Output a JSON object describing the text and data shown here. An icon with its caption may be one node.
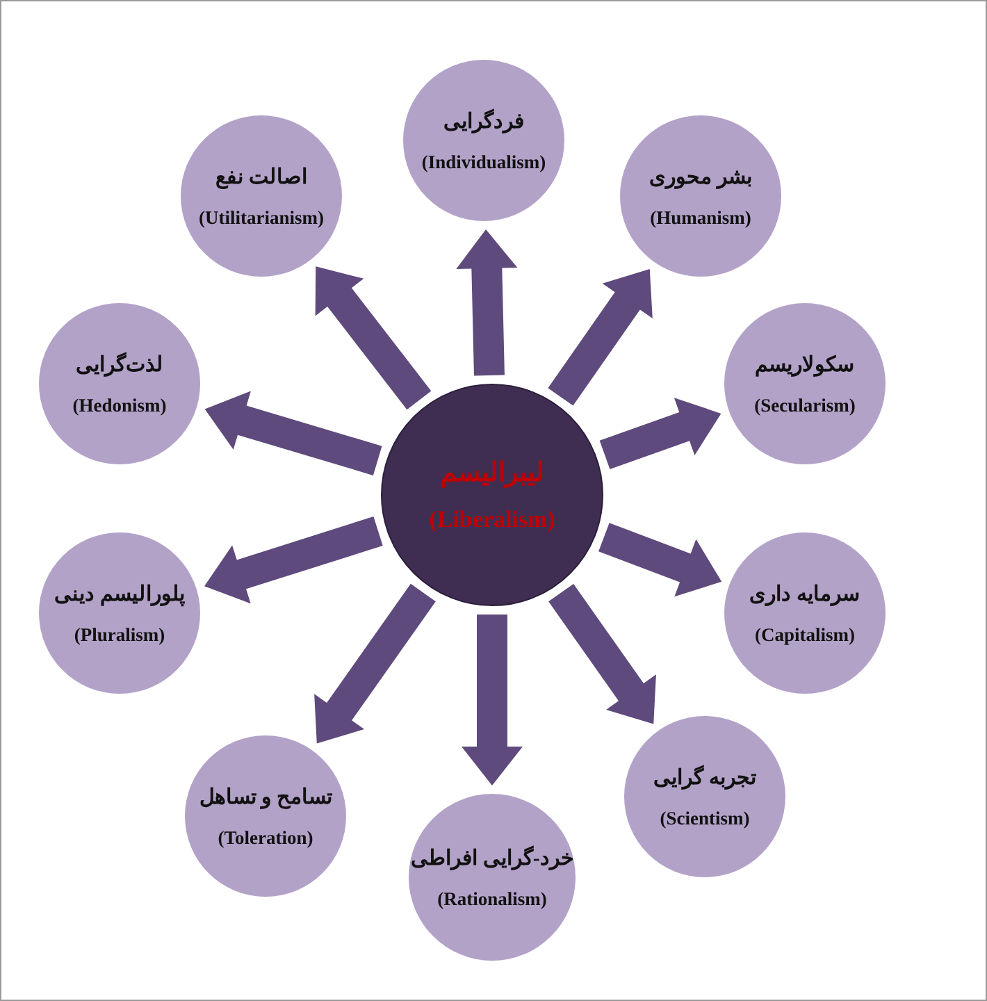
{
  "diagram": {
    "nodes": [
      {
        "text": [
          "ليبراليسم",
          "(Liberalism)"
        ]
      },
      {
        "text": [
          "فردگرایی",
          "(Individualism)"
        ]
      },
      {
        "text": [
          "بشر محوری",
          "(Humanism)"
        ]
      },
      {
        "text": [
          "سکولاریسم",
          "(Secularism)"
        ]
      },
      {
        "text": [
          "سرمایه داری",
          "(Capitalism)"
        ]
      },
      {
        "text": [
          "تجربه گرایی",
          "(Scientism)"
        ]
      },
      {
        "text": [
          "خرد-گرایی افراطی",
          "(Rationalism)"
        ]
      },
      {
        "text": [
          "تسامح و تساهل",
          "(Toleration)"
        ]
      },
      {
        "text": [
          "پلورالیسم دینی",
          "(Pluralism)"
        ]
      },
      {
        "text": [
          "لذت‌گرایی",
          "(Hedonism)"
        ]
      },
      {
        "text": [
          "اصالت نفع",
          "(Utilitarianism)"
        ]
      }
    ],
    "edges": [
      {
        "from": 0,
        "to": 1,
        "arrow": "to"
      },
      {
        "from": 0,
        "to": 2,
        "arrow": "to"
      },
      {
        "from": 0,
        "to": 3,
        "arrow": "to"
      },
      {
        "from": 0,
        "to": 4,
        "arrow": "to"
      },
      {
        "from": 0,
        "to": 5,
        "arrow": "to"
      },
      {
        "from": 0,
        "to": 6,
        "arrow": "to"
      },
      {
        "from": 0,
        "to": 7,
        "arrow": "to"
      },
      {
        "from": 0,
        "to": 8,
        "arrow": "to"
      },
      {
        "from": 0,
        "to": 9,
        "arrow": "to"
      },
      {
        "from": 0,
        "to": 10,
        "arrow": "to"
      }
    ]
  }
}
